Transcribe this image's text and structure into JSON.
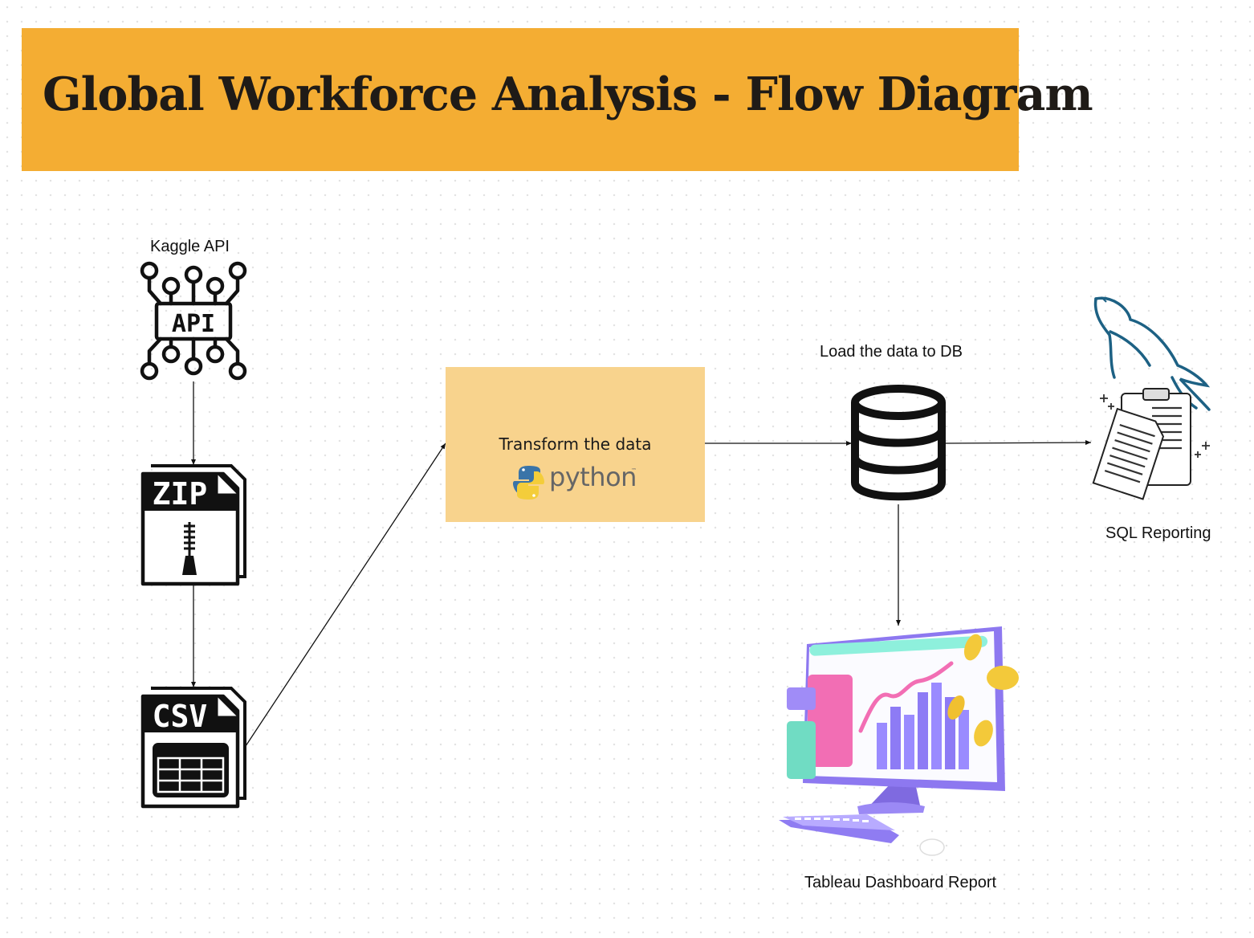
{
  "header": {
    "title": "Global Workforce Analysis - Flow Diagram"
  },
  "nodes": {
    "kaggle_api": {
      "label": "Kaggle API",
      "icon": "api-circuit-icon",
      "icon_text": "API"
    },
    "zip_file": {
      "icon": "zip-file-icon",
      "icon_text": "ZIP"
    },
    "csv_file": {
      "icon": "csv-file-icon",
      "icon_text": "CSV"
    },
    "transform": {
      "label": "Transform the data",
      "logo": "python-logo",
      "logo_text": "python",
      "logo_mark": "™"
    },
    "database": {
      "label": "Load the data to DB",
      "icon": "database-icon"
    },
    "sql_reporting": {
      "label": "SQL Reporting",
      "icon": "mysql-dolphin-documents-icon"
    },
    "tableau": {
      "label": "Tableau Dashboard Report",
      "icon": "dashboard-monitor-icon"
    }
  },
  "edges": [
    {
      "from": "kaggle_api",
      "to": "zip_file"
    },
    {
      "from": "zip_file",
      "to": "csv_file"
    },
    {
      "from": "csv_file",
      "to": "transform"
    },
    {
      "from": "transform",
      "to": "database"
    },
    {
      "from": "database",
      "to": "sql_reporting"
    },
    {
      "from": "database",
      "to": "tableau"
    }
  ],
  "colors": {
    "banner": "#f4ad33",
    "transform_box": "#f8d38d",
    "mysql_blue": "#1d6184",
    "dashboard_purple": "#8d78f0",
    "dashboard_pink": "#f26eb4",
    "dashboard_teal": "#70dcc3",
    "dashboard_gold": "#f3c93a"
  }
}
